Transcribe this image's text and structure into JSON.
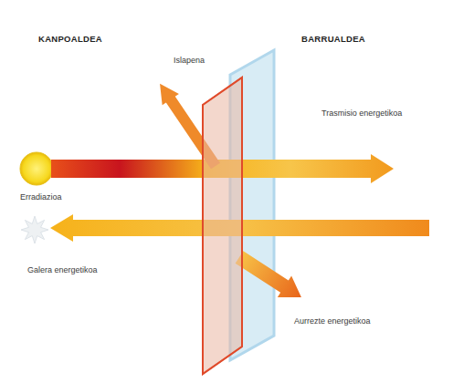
{
  "diagram": {
    "labels": [
      "KANPOALDEA",
      "BARRUALDEA",
      "Islapena",
      "Erradiazioa",
      "Trasmisio energetikoa",
      "Galera energetikoa",
      "Aurrezte energetikoa"
    ]
  }
}
